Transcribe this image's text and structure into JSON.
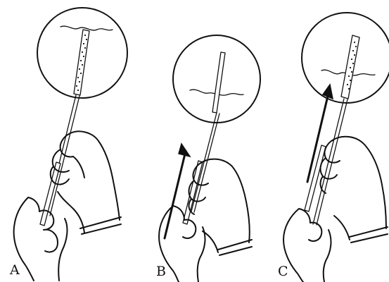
{
  "figure": {
    "panels": [
      {
        "label": "A",
        "arrow": false
      },
      {
        "label": "B",
        "arrow": true
      },
      {
        "label": "C",
        "arrow": true
      }
    ]
  }
}
